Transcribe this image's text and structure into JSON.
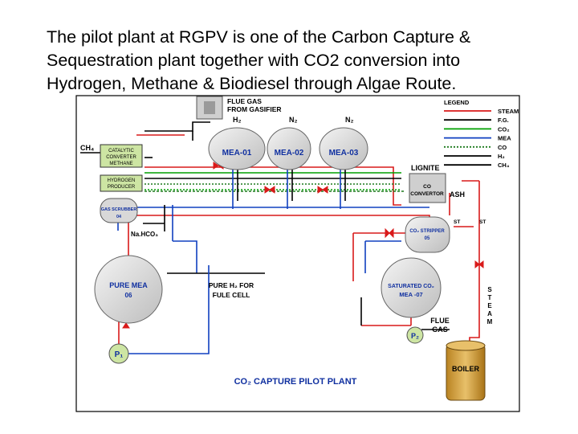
{
  "title_lines": [
    "The pilot plant at RGPV is one of the Carbon Capture &",
    "Sequestration plant together with CO2 conversion into",
    "Hydrogen, Methane & Biodiesel through Algae Route."
  ],
  "diagram": {
    "heading": "CO₂ CAPTURE PILOT PLANT",
    "flue_gas_source": [
      "FLUE GAS",
      "FROM GASIFIER"
    ],
    "gas_labels": {
      "h2": "H₂",
      "n2": "N₂"
    },
    "vessels": {
      "mea01": "MEA-01",
      "mea02": "MEA-02",
      "mea03": "MEA-03",
      "pure_mea": [
        "PURE MEA",
        "06"
      ],
      "saturated_co2": [
        "SATURATED CO₂",
        "MEA -07"
      ],
      "scrubber": [
        "GAS SCRUBBER",
        "04"
      ],
      "stripper": [
        "CO₂ STRIPPER",
        "05"
      ],
      "converter": [
        "CO",
        "CONVERTOR"
      ],
      "boiler": "BOILER"
    },
    "units": {
      "catalytic": [
        "CATALYTIC",
        "CONVERTER",
        "METHANE"
      ],
      "hydrogen": [
        "HYDROGEN",
        "PRODUCER"
      ]
    },
    "pumps": {
      "p1": "P₁",
      "p2": "P₂"
    },
    "labels": {
      "ch4": "CH₄",
      "nahco3": "Na.HCO₃",
      "lignite": "LIGNITE",
      "ash": "ASH",
      "st": "ST",
      "pure_h2": [
        "PURE H₂ FOR",
        "FULE CELL"
      ],
      "flue_gas": [
        "FLUE",
        "GAS"
      ],
      "steam_vertical": [
        "S",
        "T",
        "E",
        "A",
        "M"
      ]
    },
    "legend": {
      "title": "LEGEND",
      "items": [
        {
          "label": "STEAM",
          "color": "#d91a1a",
          "style": "solid"
        },
        {
          "label": "F.G.",
          "color": "#000000",
          "style": "solid"
        },
        {
          "label": "CO₂",
          "color": "#00a000",
          "style": "solid"
        },
        {
          "label": "MEA",
          "color": "#1040c0",
          "style": "solid"
        },
        {
          "label": "CO",
          "color": "#1d7a1d",
          "style": "dotted"
        },
        {
          "label": "H₂",
          "color": "#000000",
          "style": "solid"
        },
        {
          "label": "CH₄",
          "color": "#000000",
          "style": "solid"
        }
      ]
    }
  },
  "colors": {
    "steam": "#d91a1a",
    "flue_gas": "#000000",
    "co2": "#00a000",
    "mea": "#1040c0",
    "co": "#1d7a1d",
    "vessel_fill": "#dcdcdc",
    "vessel_text": "#1030a0",
    "unit_fill": "#cde5a3",
    "boiler_fill": "#d8a64a"
  }
}
